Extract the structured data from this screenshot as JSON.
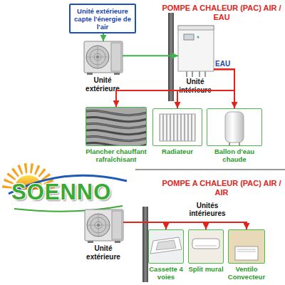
{
  "diagram": {
    "nodes": [
      {
        "text": [
          "Unité extérieure capte l'énergie de l'air"
        ]
      },
      {
        "text": [
          "Unité extérieure"
        ]
      },
      {
        "text": [
          "Unité intérieure"
        ]
      },
      {
        "text": [
          "Plancher chauffant rafraîchisant"
        ]
      },
      {
        "text": [
          "Radiateur"
        ]
      },
      {
        "text": [
          "Ballon d'eau chaude"
        ]
      },
      {
        "text": [
          "Unité extérieure"
        ]
      },
      {
        "text": [
          "Cassette 4 voies"
        ]
      },
      {
        "text": [
          "Split mural"
        ]
      },
      {
        "text": [
          "Ventilo Convecteur"
        ]
      }
    ],
    "edges": [
      {
        "from": 0,
        "to": 1,
        "arrow": "to"
      },
      {
        "from": 1,
        "to": 2,
        "arrow": "to"
      },
      {
        "from": 2,
        "to": 3,
        "arrow": "to"
      },
      {
        "from": 2,
        "to": 4,
        "arrow": "to"
      },
      {
        "from": 2,
        "to": 5,
        "arrow": "to"
      },
      {
        "from": 6,
        "to": 7,
        "arrow": "to"
      },
      {
        "from": 6,
        "to": 8,
        "arrow": "to"
      },
      {
        "from": 6,
        "to": 9,
        "arrow": "to"
      }
    ],
    "labels": [
      "POMPE A CHALEUR (PAC) AIR / EAU",
      "EAU",
      "SOENNO",
      "POMPE A CHALEUR (PAC) AIR / AIR",
      "Unités intérieures"
    ]
  }
}
